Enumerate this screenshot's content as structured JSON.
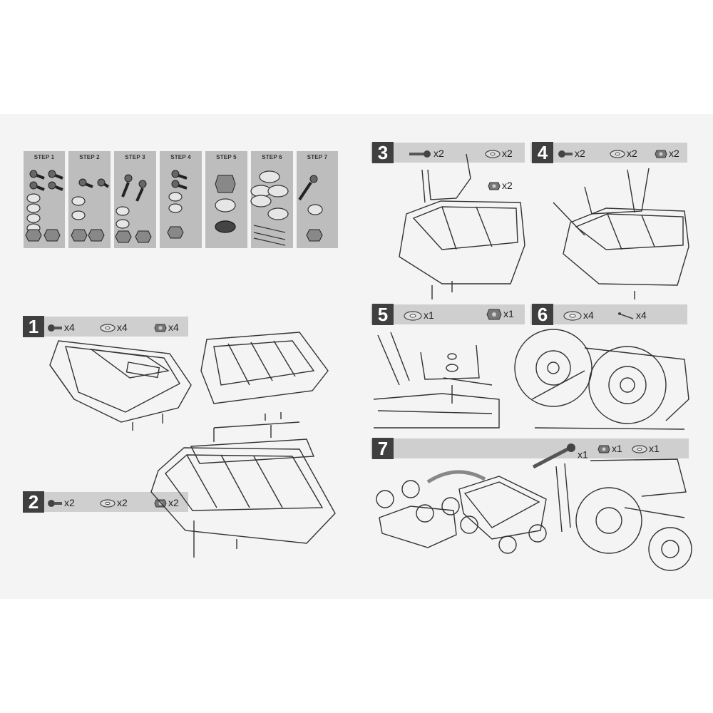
{
  "hardware_strip": {
    "steps": [
      "STEP 1",
      "STEP 2",
      "STEP 3",
      "STEP 4",
      "STEP 5",
      "STEP 6",
      "STEP 7"
    ]
  },
  "steps": [
    {
      "number": "1",
      "parts": [
        {
          "icon": "bolt-icon",
          "qty": "x4"
        },
        {
          "icon": "washer-icon",
          "qty": "x4"
        },
        {
          "icon": "nut-icon",
          "qty": "x4"
        }
      ]
    },
    {
      "number": "2",
      "parts": [
        {
          "icon": "bolt-icon",
          "qty": "x2"
        },
        {
          "icon": "washer-icon",
          "qty": "x2"
        },
        {
          "icon": "nut-icon",
          "qty": "x2"
        }
      ]
    },
    {
      "number": "3",
      "parts": [
        {
          "icon": "bolt-icon",
          "qty": "x2"
        },
        {
          "icon": "washer-icon",
          "qty": "x2"
        },
        {
          "icon": "nut-icon",
          "qty": "x2"
        }
      ]
    },
    {
      "number": "4",
      "parts": [
        {
          "icon": "bolt-icon",
          "qty": "x2"
        },
        {
          "icon": "washer-icon",
          "qty": "x2"
        },
        {
          "icon": "nut-icon",
          "qty": "x2"
        }
      ]
    },
    {
      "number": "5",
      "parts": [
        {
          "icon": "washer-icon",
          "qty": "x1"
        },
        {
          "icon": "nut-icon",
          "qty": "x1"
        }
      ]
    },
    {
      "number": "6",
      "parts": [
        {
          "icon": "washer-icon",
          "qty": "x4"
        },
        {
          "icon": "pin-icon",
          "qty": "x4"
        }
      ]
    },
    {
      "number": "7",
      "parts": [
        {
          "icon": "long-bolt-icon",
          "qty": "x1"
        },
        {
          "icon": "nut-icon",
          "qty": "x1"
        },
        {
          "icon": "washer-icon",
          "qty": "x1"
        }
      ]
    }
  ]
}
